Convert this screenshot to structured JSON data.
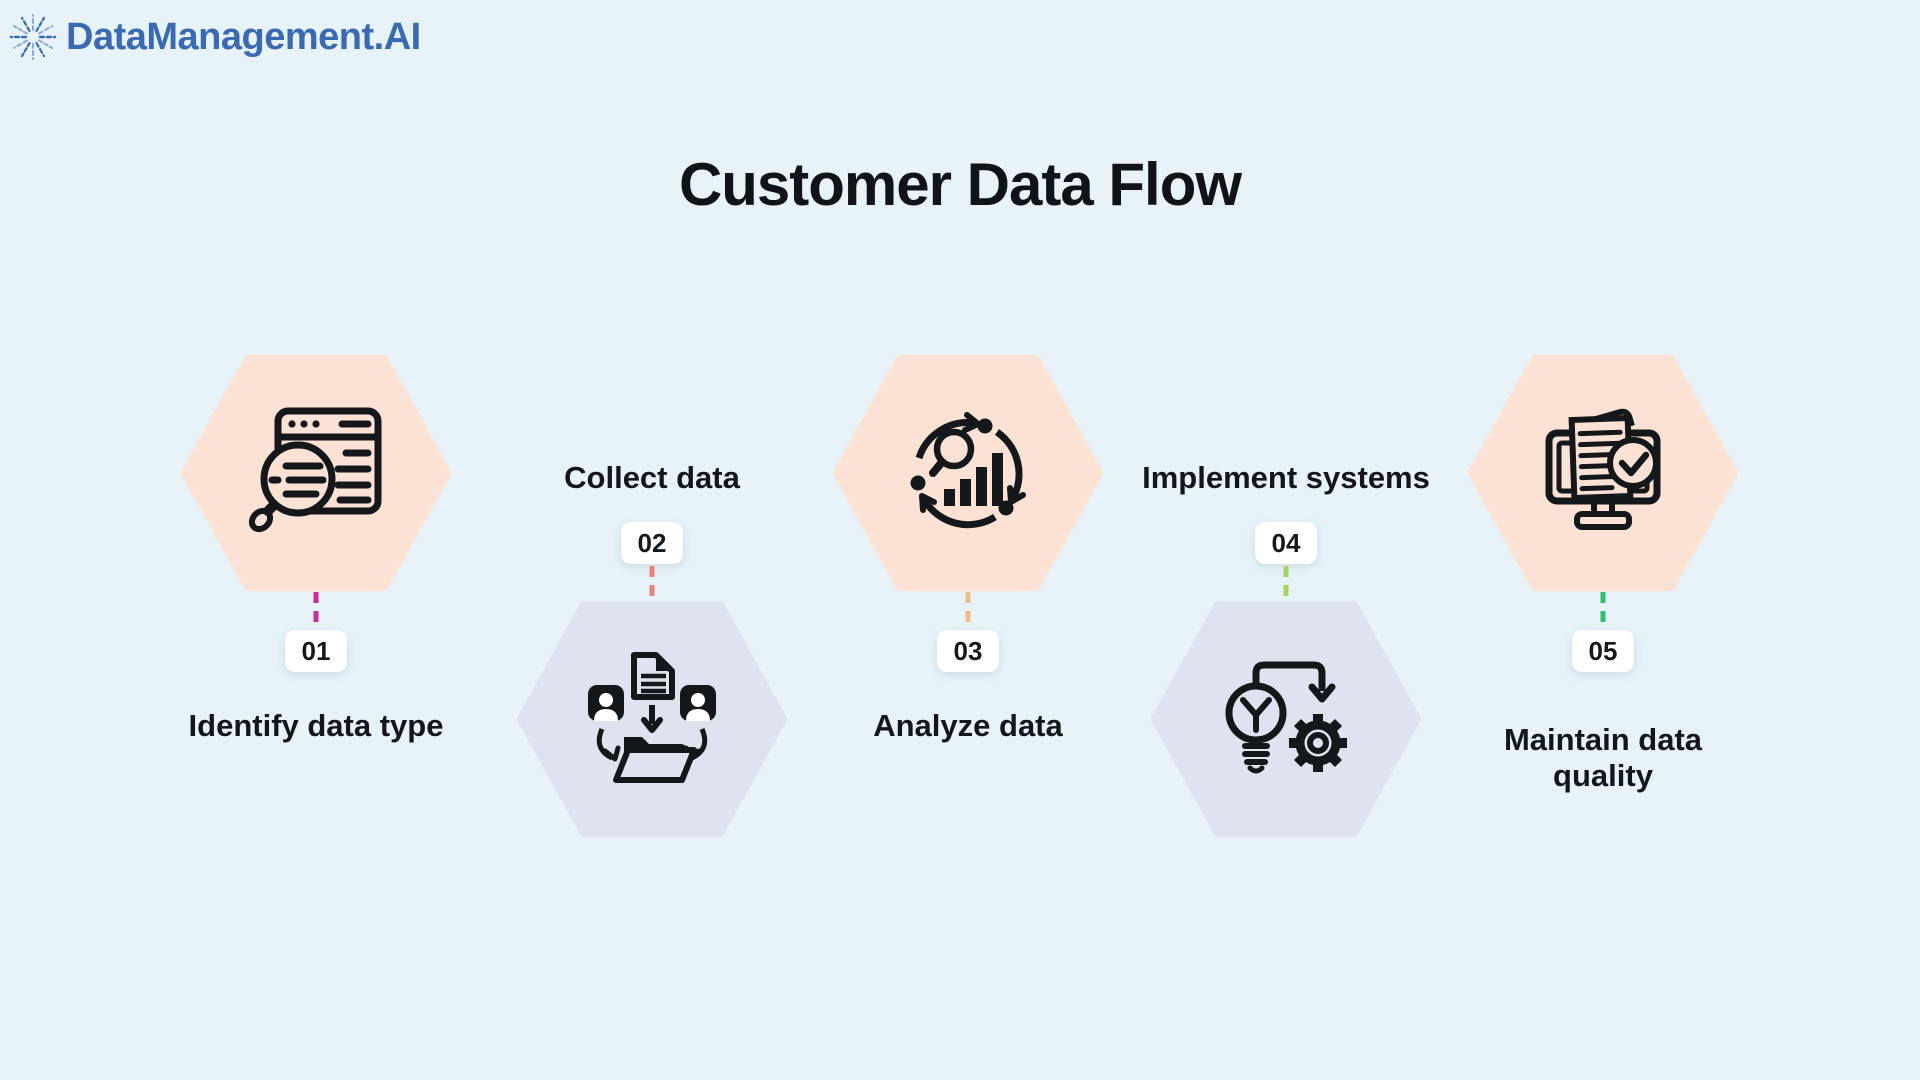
{
  "brand": {
    "name": "DataManagement.AI"
  },
  "title": "Customer Data Flow",
  "colors": {
    "bg": "#e7f3f9",
    "ink": "#13171c",
    "brand_blue": "#3a6ab1",
    "brand_blue_light": "#8cabdb",
    "badge_bg": "#ffffff",
    "hex_peach": "#fce2d5",
    "hex_lavender": "#dfe3f0"
  },
  "steps": [
    {
      "number": "01",
      "label": "Identify data type",
      "icon": "browser-search-icon",
      "row": "top",
      "hex_color": "#fce2d5",
      "connector_color": "#c92d9b"
    },
    {
      "number": "02",
      "label": "Collect data",
      "icon": "collect-data-icon",
      "row": "bottom",
      "hex_color": "#dfe3f0",
      "connector_color": "#e9837a"
    },
    {
      "number": "03",
      "label": "Analyze data",
      "icon": "analyze-data-icon",
      "row": "top",
      "hex_color": "#fce2d5",
      "connector_color": "#edbd83"
    },
    {
      "number": "04",
      "label": "Implement systems",
      "icon": "implement-systems-icon",
      "row": "bottom",
      "hex_color": "#dfe3f0",
      "connector_color": "#a7d35f"
    },
    {
      "number": "05",
      "label": "Maintain data quality",
      "icon": "data-quality-icon",
      "row": "top",
      "hex_color": "#fce2d5",
      "connector_color": "#2fbf71"
    }
  ]
}
